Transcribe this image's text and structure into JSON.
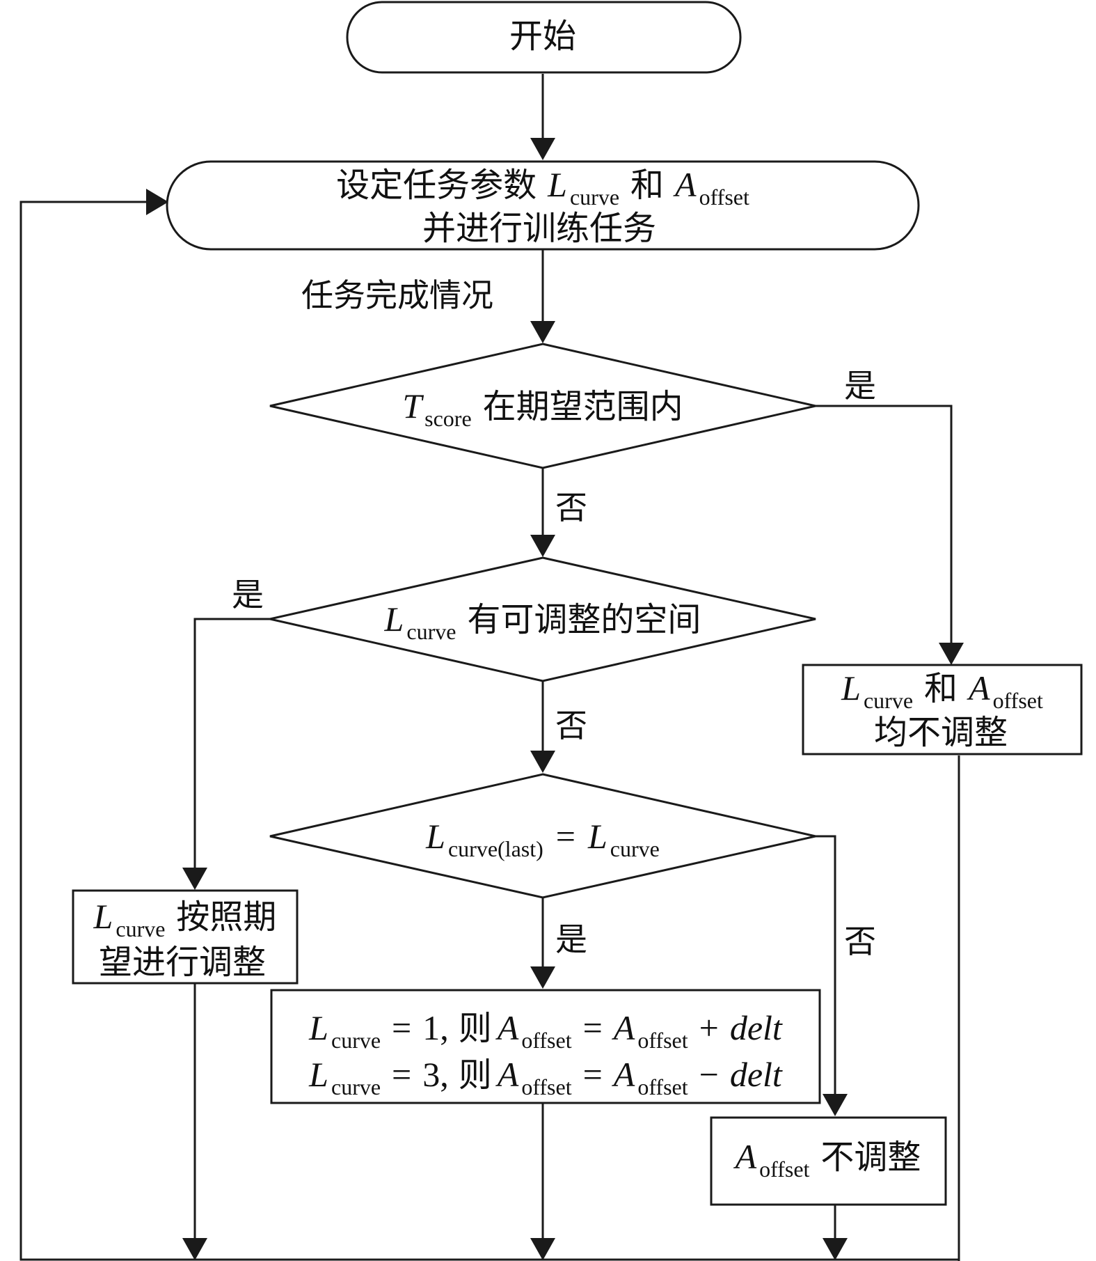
{
  "nodes": {
    "start": {
      "text": "开始"
    },
    "set_params": {
      "line1_prefix": "设定任务参数",
      "L": "L",
      "L_sub": "curve",
      "and": "和",
      "A": "A",
      "A_sub": "offset",
      "line2": "并进行训练任务"
    },
    "score_check": {
      "T": "T",
      "T_sub": "score",
      "text": "在期望范围内"
    },
    "lcurve_space": {
      "L": "L",
      "L_sub": "curve",
      "text": "有可调整的空间"
    },
    "lcurve_last_eq": {
      "L": "L",
      "L_sub_left": "curve(last)",
      "eq": "=",
      "L_sub_right": "curve"
    },
    "lcurve_adjust": {
      "L": "L",
      "L_sub": "curve",
      "line1_text": "按照期",
      "line2": "望进行调整"
    },
    "aoffset_update": {
      "row1": {
        "L": "L",
        "L_sub": "curve",
        "eq": "=",
        "num": "1,",
        "then": "则",
        "A": "A",
        "A_sub": "offset",
        "eq2": "=",
        "A2": "A",
        "A2_sub": "offset",
        "op": "+",
        "delt": "delt"
      },
      "row2": {
        "L": "L",
        "L_sub": "curve",
        "eq": "=",
        "num": "3,",
        "then": "则",
        "A": "A",
        "A_sub": "offset",
        "eq2": "=",
        "A2": "A",
        "A2_sub": "offset",
        "op": "−",
        "delt": "delt"
      }
    },
    "aoffset_no_adjust": {
      "A": "A",
      "A_sub": "offset",
      "text": "不调整"
    },
    "both_no_adjust": {
      "L": "L",
      "L_sub": "curve",
      "and": "和",
      "A": "A",
      "A_sub": "offset",
      "line2": "均不调整"
    }
  },
  "edge_labels": {
    "task_status": "任务完成情况",
    "score_yes": "是",
    "score_no": "否",
    "space_yes": "是",
    "space_no": "否",
    "last_yes": "是",
    "last_no": "否"
  }
}
